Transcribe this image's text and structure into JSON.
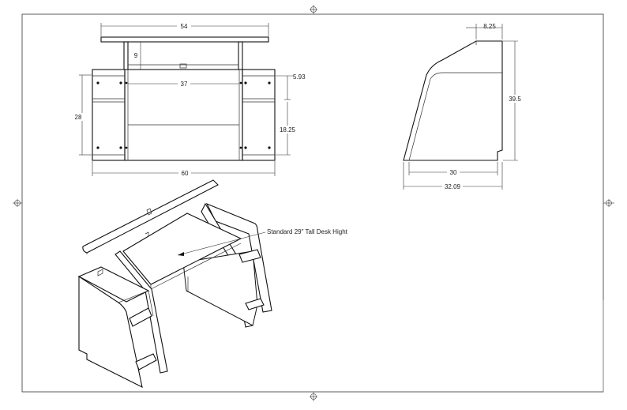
{
  "drawing": {
    "front_view": {
      "top_width": "54",
      "riser_height": "9",
      "inner_width": "37",
      "side_offset": "5.93",
      "overall_height": "28",
      "shelf_height": "18.25",
      "overall_width": "60"
    },
    "side_view": {
      "top_depth": "8.25",
      "overall_height": "39.5",
      "base_depth": "30",
      "overall_depth": "32.09"
    },
    "iso_view": {
      "callout": "Standard 29\" Tall Desk Hight"
    }
  }
}
